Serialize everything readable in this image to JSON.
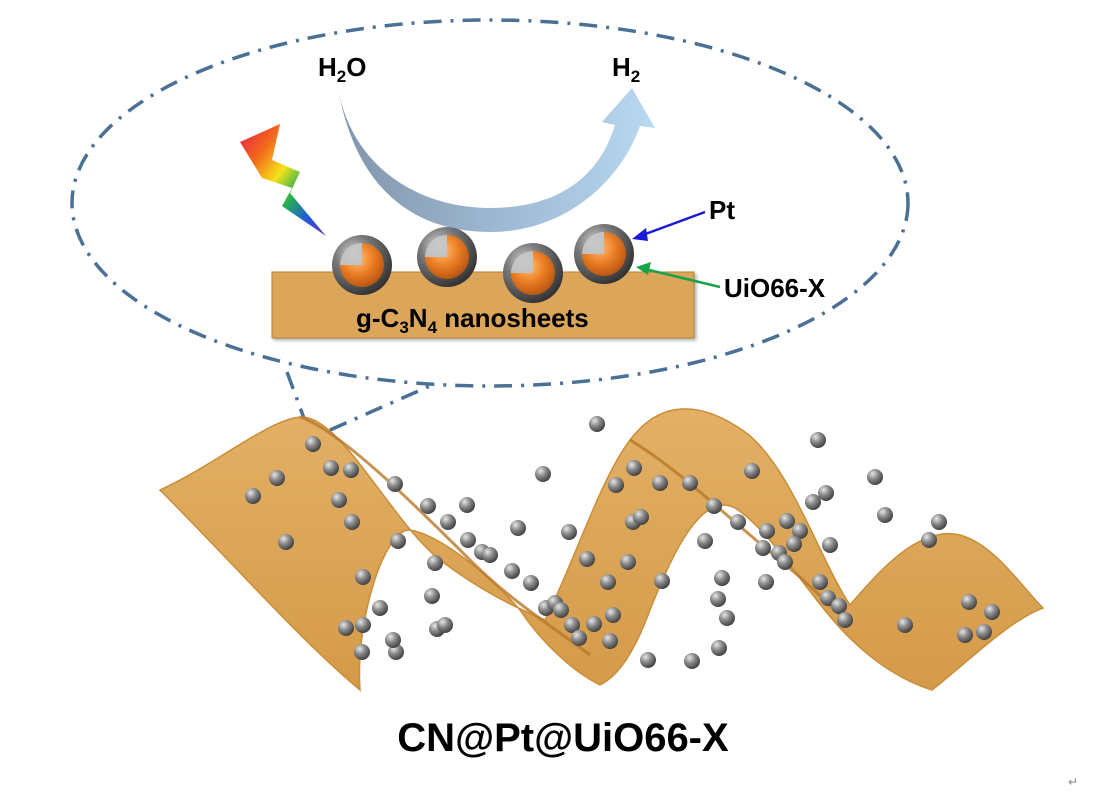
{
  "labels": {
    "water": "H2O",
    "hydrogen": "H2",
    "platinum": "Pt",
    "mof_shell": "UiO66-X",
    "support": "g-C3N4 nanosheets",
    "title": "CN@Pt@UiO66-X",
    "return_mark": "↵"
  },
  "colors": {
    "background": "#ffffff",
    "sheet": "#dba55a",
    "sheet_edge": "#b88330",
    "dashed_outline": "#4a7095",
    "pt_arrow": "#1a1ad6",
    "uio_arrow": "#16a34a",
    "shell": "#5a5a5a",
    "core": "#e77c22",
    "arc_start": "#7a8fa6",
    "arc_end": "#a9cbe8"
  },
  "icons": [
    "light-bolt-icon",
    "curved-arrow-icon",
    "core-shell-particle-icon"
  ]
}
